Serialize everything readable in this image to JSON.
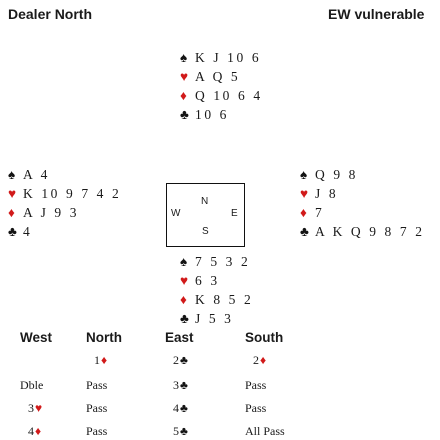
{
  "header": {
    "dealer": "Dealer North",
    "vulnerability": "EW vulnerable"
  },
  "colors": {
    "red_suit": "#d11a1a",
    "black_suit": "#141414"
  },
  "suit_symbols": {
    "S": "♠",
    "H": "♥",
    "D": "♦",
    "C": "♣"
  },
  "hands": {
    "north": {
      "S": "K J 10 6",
      "H": "A Q 5",
      "D": "Q 10 6 4",
      "C": "10 6"
    },
    "west": {
      "S": "A 4",
      "H": "K 10 9 7 4 2",
      "D": "A J 9 3",
      "C": "4"
    },
    "east": {
      "S": "Q 9 8",
      "H": "J 8",
      "D": "7",
      "C": "A K Q 9 8 7 2"
    },
    "south": {
      "S": "7 5 3 2",
      "H": "6 3",
      "D": "K 8 5 2",
      "C": "J 5 3"
    }
  },
  "compass": {
    "north": "N",
    "west": "W",
    "east": "E",
    "south": "S"
  },
  "auction": {
    "headers": [
      "West",
      "North",
      "East",
      "South"
    ],
    "rows": [
      [
        "",
        "1♦",
        "2♣",
        "2♦"
      ],
      [
        "Dble",
        "Pass",
        "3♣",
        "Pass"
      ],
      [
        "3♥",
        "Pass",
        "4♣",
        "Pass"
      ],
      [
        "4♦",
        "Pass",
        "5♣",
        "All Pass"
      ]
    ]
  }
}
